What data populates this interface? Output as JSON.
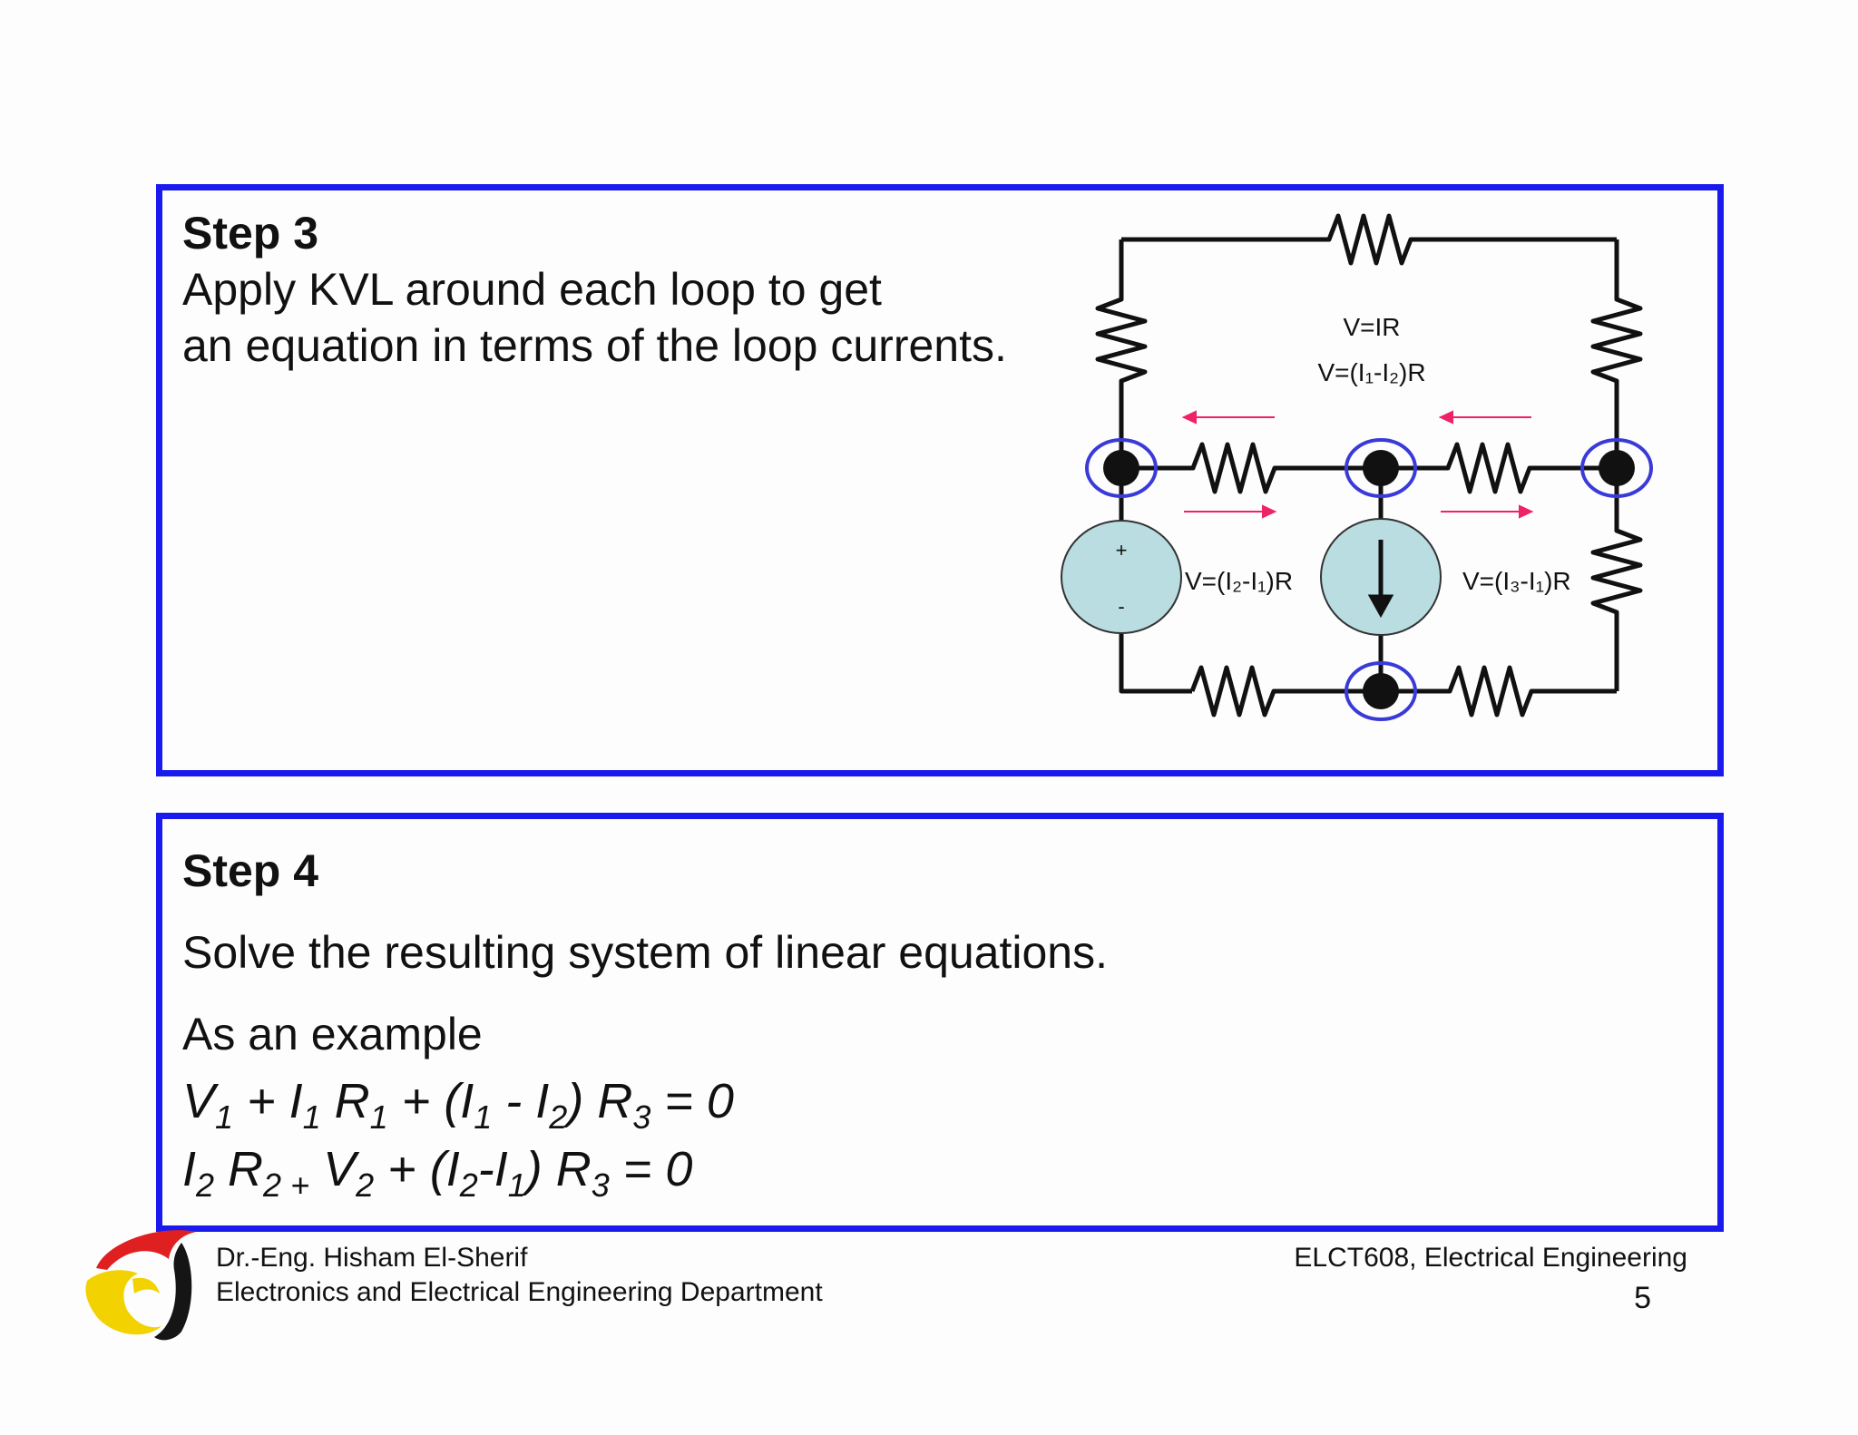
{
  "step3": {
    "title": "Step 3",
    "line1": "Apply KVL around each loop to get",
    "line2": "an equation in terms of the loop currents."
  },
  "circuit": {
    "label_v_ir": "V=IR",
    "label_v_i1_i2": "V=(I₁-I₂)R",
    "label_v_i2_i1": "V=(I₂-I₁)R",
    "label_v_i3_i1": "V=(I₃-I₁)R",
    "source_plus": "+",
    "source_minus": "-",
    "colors": {
      "node_ring": "#3a3ad8",
      "arrow": "#ee2266",
      "source_fill": "#b9dde0",
      "wire": "#111111"
    }
  },
  "step4": {
    "title": "Step 4",
    "line1": "Solve the resulting system of linear equations.",
    "line2": "As an example",
    "eq1": {
      "v": "V",
      "v_sub": "1",
      "plus1": " + ",
      "i": "I",
      "i_sub": "1",
      "r": " R",
      "r_sub": "1",
      "mid": " + (",
      "i1": "I",
      "i1_sub": "1",
      "minus": " - ",
      "i2": "I",
      "i2_sub": "2",
      "close": ") ",
      "r3": "R",
      "r3_sub": "3",
      "end": " = 0"
    },
    "eq2": {
      "i": "I",
      "i_sub": "2",
      "r": " R",
      "r_sub": "2 +",
      "v": " V",
      "v_sub": "2",
      "mid": " + (",
      "i2": "I",
      "i2_sub": "2",
      "dash": "-",
      "i1": "I",
      "i1_sub": "1",
      "close": ") ",
      "r3": "R",
      "r3_sub": "3",
      "end": " = 0"
    }
  },
  "footer": {
    "author": "Dr.-Eng. Hisham El-Sherif",
    "department": "Electronics and Electrical Engineering Department",
    "course": "ELCT608, Electrical Engineering",
    "page_number": "5"
  },
  "colors": {
    "box_border": "#1a1aee"
  }
}
